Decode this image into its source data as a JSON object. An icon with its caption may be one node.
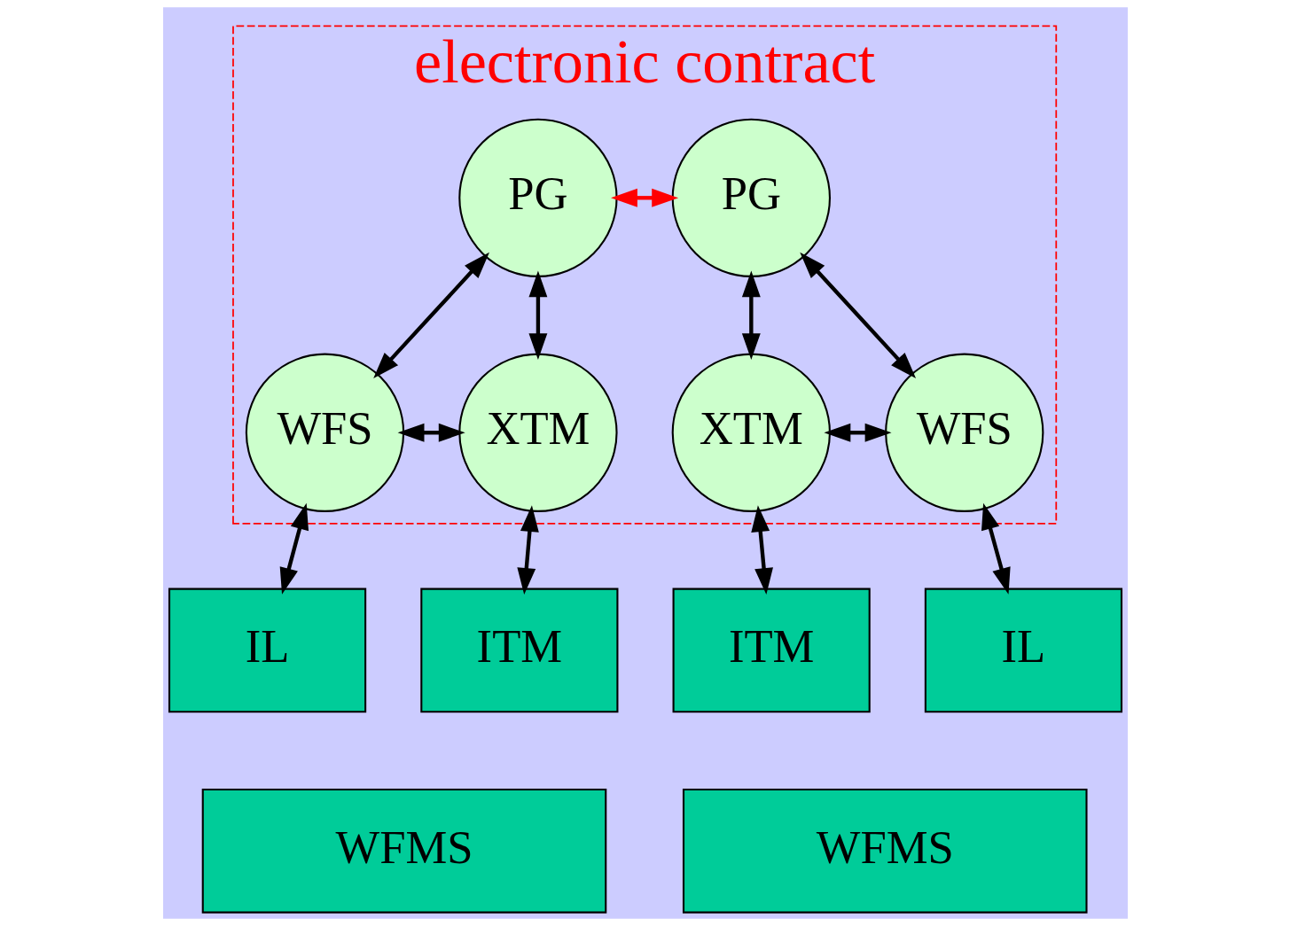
{
  "diagram": {
    "nodes": [
      {
        "text": [
          "electronic contract"
        ]
      },
      {
        "text": [
          "PG"
        ],
        "in": 0
      },
      {
        "text": [
          "PG"
        ],
        "in": 0
      },
      {
        "text": [
          "WFS"
        ],
        "in": 0
      },
      {
        "text": [
          "XTM"
        ],
        "in": 0
      },
      {
        "text": [
          "XTM"
        ],
        "in": 0
      },
      {
        "text": [
          "WFS"
        ],
        "in": 0
      },
      {
        "text": [
          "IL"
        ]
      },
      {
        "text": [
          "ITM"
        ]
      },
      {
        "text": [
          "ITM"
        ]
      },
      {
        "text": [
          "IL"
        ]
      },
      {
        "text": [
          "WFMS"
        ]
      },
      {
        "text": [
          "WFMS"
        ]
      }
    ],
    "edges": [
      {
        "from": 1,
        "to": 2,
        "arrow": "both",
        "color": "#ff0000"
      },
      {
        "from": 1,
        "to": 3,
        "arrow": "both"
      },
      {
        "from": 1,
        "to": 4,
        "arrow": "both"
      },
      {
        "from": 3,
        "to": 4,
        "arrow": "both"
      },
      {
        "from": 2,
        "to": 5,
        "arrow": "both"
      },
      {
        "from": 2,
        "to": 6,
        "arrow": "both"
      },
      {
        "from": 5,
        "to": 6,
        "arrow": "both"
      },
      {
        "from": 3,
        "to": 7,
        "arrow": "both"
      },
      {
        "from": 4,
        "to": 8,
        "arrow": "both"
      },
      {
        "from": 5,
        "to": 9,
        "arrow": "both"
      },
      {
        "from": 6,
        "to": 10,
        "arrow": "both"
      }
    ]
  }
}
